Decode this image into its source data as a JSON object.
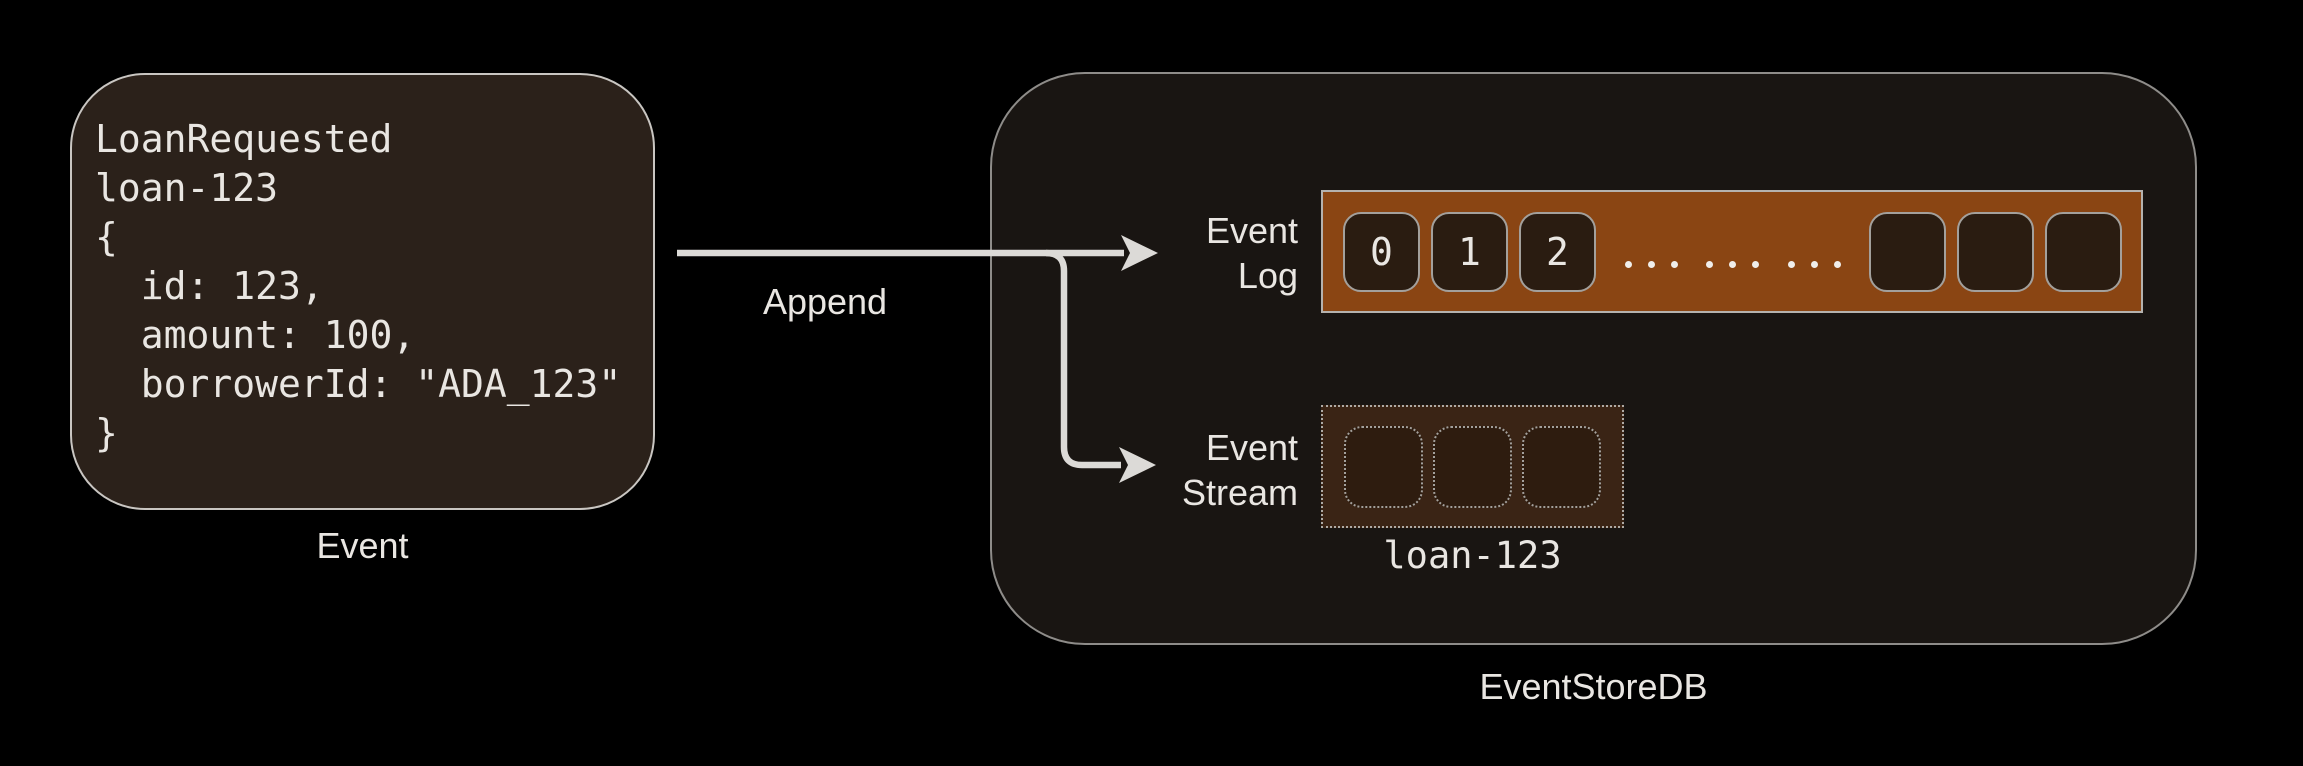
{
  "page": {
    "background_color": "#000000",
    "text_color": "#e9e6e2"
  },
  "event_card": {
    "code": "LoanRequested\nloan-123\n{\n  id: 123,\n  amount: 100,\n  borrowerId: \"ADA_123\"\n}",
    "caption": "Event",
    "background_color": "#2b211a"
  },
  "append_arrow": {
    "label": "Append",
    "color": "#dcdad7"
  },
  "event_store": {
    "caption": "EventStoreDB",
    "background_color": "#191512",
    "event_log": {
      "label_line1": "Event",
      "label_line2": "Log",
      "bar_color": "#8a4513",
      "cells": [
        "0",
        "1",
        "2"
      ],
      "empty_cell_count": 3,
      "dot_group_count": 3,
      "dots_per_group": 3
    },
    "event_stream": {
      "label_line1": "Event",
      "label_line2": "Stream",
      "box_color": "#3a2415",
      "empty_cell_count": 3,
      "stream_name": "loan-123"
    }
  }
}
